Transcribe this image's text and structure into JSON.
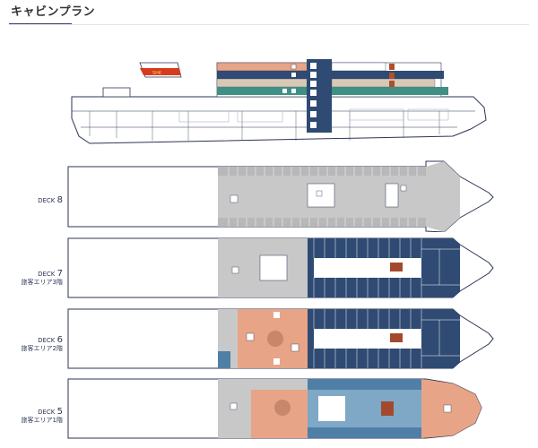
{
  "page": {
    "title": "キャビンプラン"
  },
  "decks": [
    {
      "name": "DECK",
      "number": "8",
      "sub": ""
    },
    {
      "name": "DECK",
      "number": "7",
      "sub": "旅客エリア3階"
    },
    {
      "name": "DECK",
      "number": "6",
      "sub": "旅客エリア2階"
    },
    {
      "name": "DECK",
      "number": "5",
      "sub": "旅客エリア1階"
    }
  ],
  "colors": {
    "navy": "#2f4a73",
    "salmon": "#e8a487",
    "teal": "#3f8f85",
    "light_blue": "#7fa8c6",
    "mid_blue": "#4f7fa6",
    "grey": "#c8c8c8",
    "outline": "#2b3554"
  },
  "side_view": {
    "funnel_text": "SHK"
  }
}
